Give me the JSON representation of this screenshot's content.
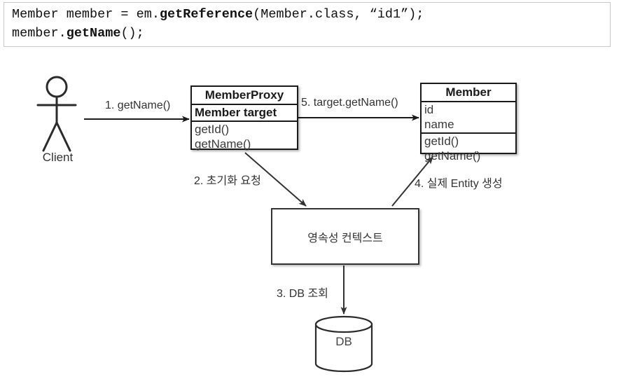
{
  "code_block": {
    "line1_pre": "Member member = em.",
    "line1_bold": "getReference",
    "line1_post": "(Member.class, “id1”);",
    "line2_pre": "member.",
    "line2_bold": "getName",
    "line2_post": "();"
  },
  "diagram": {
    "type": "uml-sequence-collaboration",
    "actor": {
      "name": "Client",
      "icon": "stick-figure-actor-icon"
    },
    "classes": [
      {
        "id": "member-proxy",
        "title": "MemberProxy",
        "attributes": [
          "Member target"
        ],
        "operations": [
          "getId()",
          "getName()"
        ]
      },
      {
        "id": "member",
        "title": "Member",
        "attributes": [
          "id",
          "name"
        ],
        "operations": [
          "getId()",
          "getName()"
        ]
      }
    ],
    "persistence_context": {
      "label": "영속성 컨텍스트"
    },
    "database": {
      "label": "DB",
      "icon": "database-cylinder-icon"
    },
    "messages": [
      {
        "seq": "1",
        "label": "1. getName()",
        "from": "Client",
        "to": "MemberProxy"
      },
      {
        "seq": "2",
        "label": "2. 초기화 요청",
        "from": "MemberProxy",
        "to": "영속성 컨텍스트"
      },
      {
        "seq": "3",
        "label": "3. DB 조회",
        "from": "영속성 컨텍스트",
        "to": "DB"
      },
      {
        "seq": "4",
        "label": "4. 실제 Entity 생성",
        "from": "영속성 컨텍스트",
        "to": "Member"
      },
      {
        "seq": "5",
        "label": "5. target.getName()",
        "from": "MemberProxy",
        "to": "Member"
      }
    ]
  },
  "colors": {
    "stroke": "#1a1a1a",
    "soft_stroke": "#333333",
    "text": "#333333",
    "code_border": "#c9c9c9",
    "background": "#ffffff"
  }
}
